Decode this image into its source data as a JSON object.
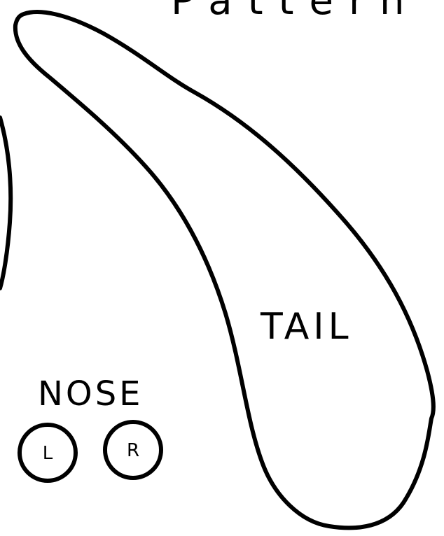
{
  "title": "Pattern",
  "pieces": {
    "tail_label": "TAIL",
    "nose_label": "NOSE",
    "nose_left_label": "L",
    "nose_right_label": "R"
  },
  "colors": {
    "ink": "#000000",
    "paper": "#ffffff"
  }
}
